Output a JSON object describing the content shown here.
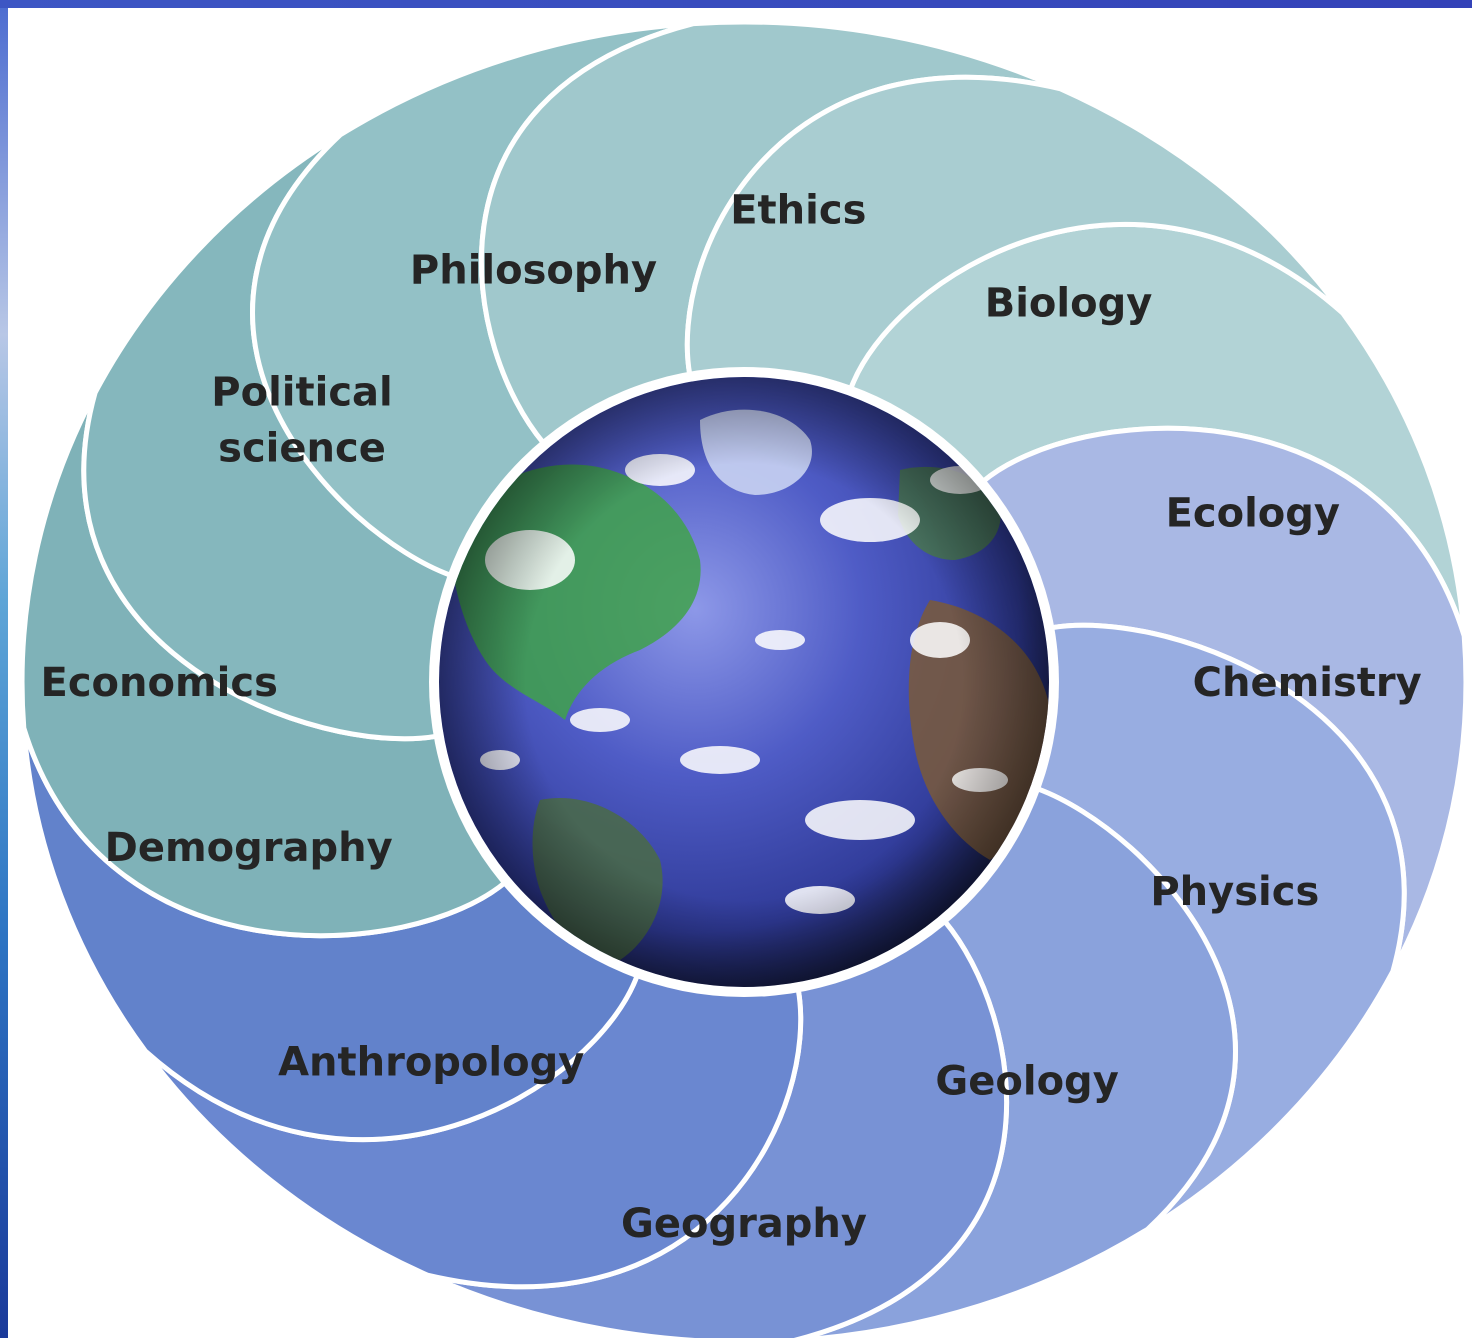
{
  "diagram": {
    "center": {
      "name": "globe",
      "colors": {
        "ocean": "#3f4fb8",
        "land": "#3fa24a",
        "cloud": "#ffffff",
        "outline": "#ffffff"
      }
    },
    "segments": [
      {
        "label": "Ethics",
        "lines": [
          "Ethics"
        ],
        "color": "#b2d3d6"
      },
      {
        "label": "Biology",
        "lines": [
          "Biology"
        ],
        "color": "#a9b8e4"
      },
      {
        "label": "Ecology",
        "lines": [
          "Ecology"
        ],
        "color": "#98ade1"
      },
      {
        "label": "Chemistry",
        "lines": [
          "Chemistry"
        ],
        "color": "#8aa2dc"
      },
      {
        "label": "Physics",
        "lines": [
          "Physics"
        ],
        "color": "#7892d5"
      },
      {
        "label": "Geology",
        "lines": [
          "Geology"
        ],
        "color": "#6a87d0"
      },
      {
        "label": "Geography",
        "lines": [
          "Geography"
        ],
        "color": "#6282cb"
      },
      {
        "label": "Anthropology",
        "lines": [
          "Anthropology"
        ],
        "color": "#7fb2b8"
      },
      {
        "label": "Demography",
        "lines": [
          "Demography"
        ],
        "color": "#85b7bd"
      },
      {
        "label": "Economics",
        "lines": [
          "Economics"
        ],
        "color": "#93c1c6"
      },
      {
        "label": "Political science",
        "lines": [
          "Political",
          "science"
        ],
        "color": "#a0c8cc"
      },
      {
        "label": "Philosophy",
        "lines": [
          "Philosophy"
        ],
        "color": "#a9cdd1"
      }
    ]
  }
}
